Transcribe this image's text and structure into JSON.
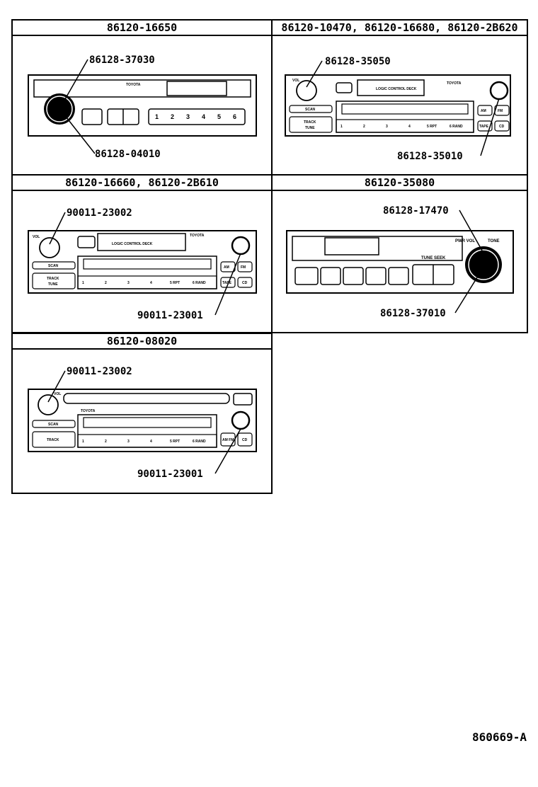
{
  "panels": {
    "p1": {
      "title": "86120-16650",
      "callouts": [
        "86128-37030",
        "86128-04010"
      ],
      "labels": [
        "TOYOTA"
      ],
      "buttons": [
        "1",
        "2",
        "3",
        "4",
        "5",
        "6"
      ]
    },
    "p2": {
      "title": "86120-10470, 86120-16680, 86120-2B620",
      "callouts": [
        "86128-35050",
        "86128-35010"
      ],
      "labels": [
        "VOL",
        "LOGIC CONTROL DECK",
        "TOYOTA",
        "SCAN",
        "TRACK",
        "TUNE",
        "AM",
        "FM",
        "TAPE",
        "CD",
        "1",
        "2",
        "3",
        "4",
        "5 RPT",
        "6 RAND"
      ]
    },
    "p3": {
      "title": "86120-16660, 86120-2B610",
      "callouts": [
        "90011-23002",
        "90011-23001"
      ],
      "labels": [
        "VOL",
        "LOGIC CONTROL DECK",
        "TOYOTA",
        "SCAN",
        "TRACK",
        "TUNE",
        "AM",
        "FM",
        "TAPE",
        "CD",
        "1",
        "2",
        "3",
        "4",
        "5 RPT",
        "6 RAND"
      ]
    },
    "p4": {
      "title": "86120-35080",
      "callouts": [
        "86128-17470",
        "86128-37010"
      ],
      "labels": [
        "PWR VOL",
        "TONE",
        "TUNE SEEK"
      ]
    },
    "p5": {
      "title": "86120-08020",
      "callouts": [
        "90011-23002",
        "90011-23001"
      ],
      "labels": [
        "VOL",
        "TOYOTA",
        "SCAN",
        "TRACK",
        "AM FM",
        "CD",
        "1",
        "2",
        "3",
        "4",
        "5 RPT",
        "6 RAND"
      ]
    }
  },
  "footer": "860669-A"
}
